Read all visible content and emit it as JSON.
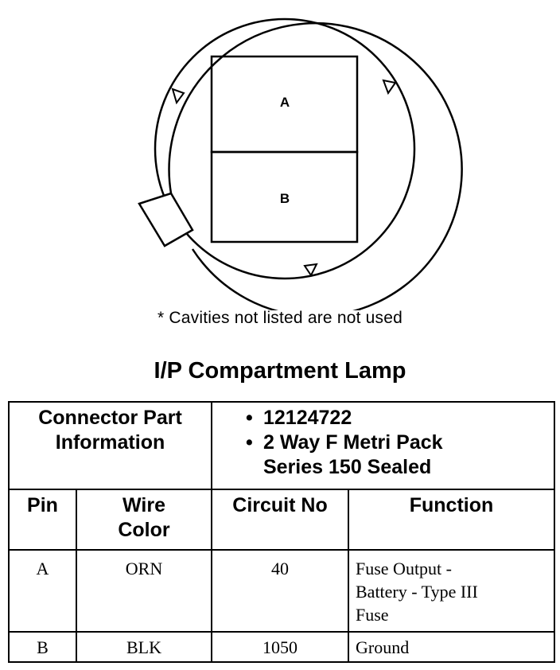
{
  "footnote": "* Cavities not listed are not used",
  "title": "I/P Compartment Lamp",
  "connector": {
    "cavity_labels": [
      "A",
      "B"
    ],
    "part_info_label_line1": "Connector Part",
    "part_info_label_line2": "Information",
    "part_info": [
      {
        "bullet": "•",
        "text": "12124722"
      },
      {
        "bullet": "•",
        "text": "2 Way F Metri Pack"
      },
      {
        "bullet": "",
        "text": "Series 150 Sealed"
      }
    ]
  },
  "table": {
    "headers": {
      "pin": "Pin",
      "wire_color_line1": "Wire",
      "wire_color_line2": "Color",
      "circuit_no": "Circuit No",
      "function": "Function"
    },
    "rows": [
      {
        "pin": "A",
        "wire_color": "ORN",
        "circuit_no": "40",
        "function_lines": [
          "Fuse Output -",
          "Battery - Type III",
          "Fuse"
        ]
      },
      {
        "pin": "B",
        "wire_color": "BLK",
        "circuit_no": "1050",
        "function_lines": [
          "Ground"
        ]
      }
    ]
  }
}
